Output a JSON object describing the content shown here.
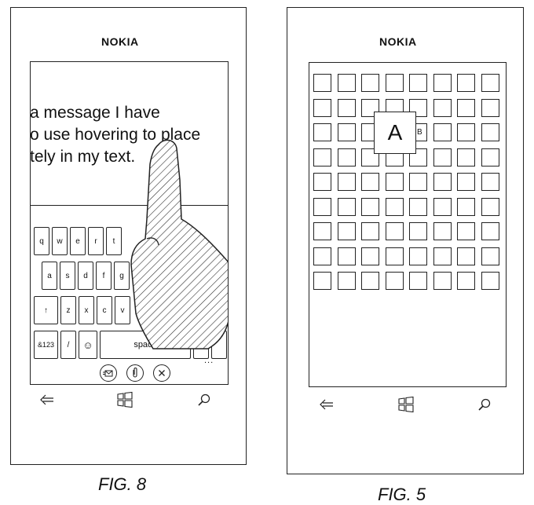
{
  "fig8": {
    "brand": "NOKIA",
    "message_lines": [
      "a message I have",
      "o use hovering to place",
      "tely in my text."
    ],
    "keyboard": {
      "row1": [
        "q",
        "w",
        "e",
        "r",
        "t"
      ],
      "row2": [
        "a",
        "s",
        "d",
        "f",
        "g"
      ],
      "row3": [
        "↑",
        "z",
        "x",
        "c",
        "v"
      ],
      "row4": {
        "sym": "&123",
        "slash": "/",
        "emoji": "☺",
        "space": "space",
        "more": "..."
      }
    },
    "icons": [
      "send-icon",
      "attach-icon",
      "close-icon"
    ],
    "nav_icons": [
      "back-icon",
      "windows-icon",
      "search-icon"
    ],
    "caption": "FIG. 8"
  },
  "fig5": {
    "brand": "NOKIA",
    "popup_letter": "A",
    "peek_letter": "B",
    "grid": {
      "rows": 9,
      "cols": 8
    },
    "nav_icons": [
      "back-icon",
      "windows-icon",
      "search-icon"
    ],
    "caption": "FIG. 5"
  }
}
